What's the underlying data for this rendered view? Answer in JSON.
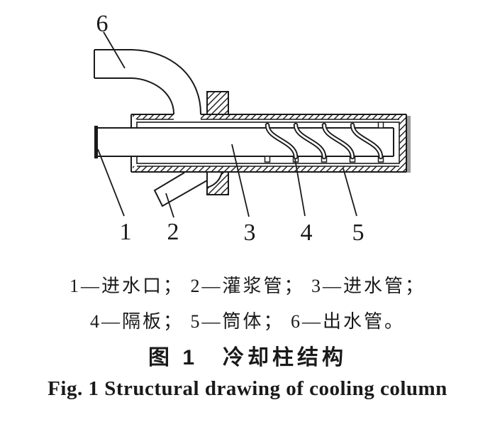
{
  "legend": {
    "line1": "1—进水口；  2—灌浆管；  3—进水管；",
    "line2": "4—隔板；  5—筒体；  6—出水管。"
  },
  "captions": {
    "zh": "图 1　冷却柱结构",
    "en": "Fig. 1   Structural drawing of cooling column"
  },
  "callouts": {
    "n1": "1",
    "n2": "2",
    "n3": "3",
    "n4": "4",
    "n5": "5",
    "n6": "6"
  },
  "colors": {
    "line": "#1a1a1a",
    "paper": "#ffffff",
    "edge_shadow": "#9a9a9a"
  }
}
